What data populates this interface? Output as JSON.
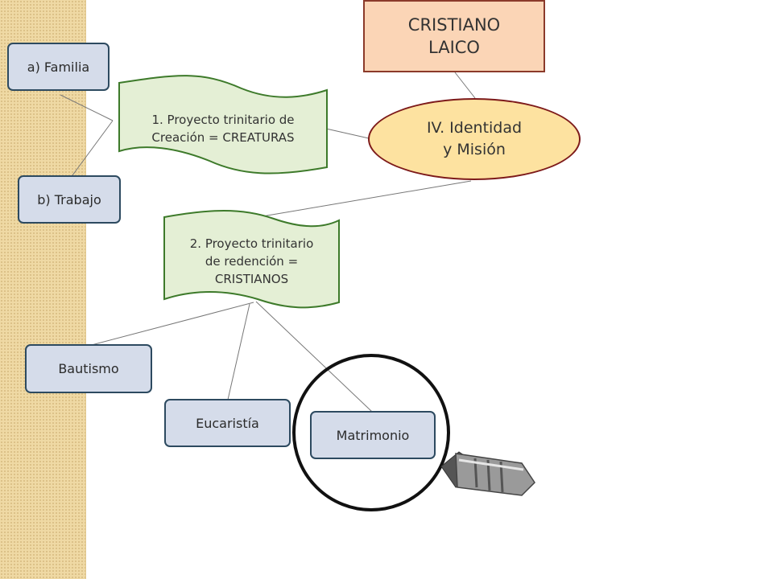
{
  "nodes": {
    "laico": "CRISTIANO\nLAICO",
    "identidad": "IV. Identidad\ny Misión",
    "proyecto1": "1. Proyecto trinitario de\nCreación = CREATURAS",
    "proyecto2": "2. Proyecto trinitario\nde redención =\nCRISTIANOS",
    "familia": "a) Familia",
    "trabajo": "b) Trabajo",
    "bautismo": "Bautismo",
    "eucaristia": "Eucaristía",
    "matrimonio": "Matrimonio"
  },
  "icons": {
    "magnifier": "magnifying-glass-icon"
  },
  "colors": {
    "strip": "#efd9a4",
    "blue_fill": "#d5dcea",
    "blue_border": "#2d4a60",
    "green_fill": "#e4efd5",
    "green_border": "#3d7a2a",
    "laico_fill": "#fbd5b6",
    "ellipse_fill": "#fde2a0"
  }
}
